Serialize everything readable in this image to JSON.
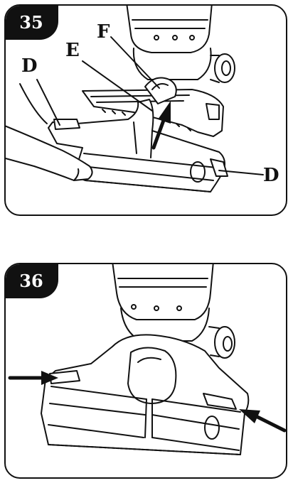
{
  "steps": [
    {
      "number": "35",
      "labels": {
        "d_left": "D",
        "e": "E",
        "f": "F",
        "d_right": "D"
      }
    },
    {
      "number": "36"
    }
  ],
  "icons": [
    "hand",
    "vacuum-nozzle",
    "push-arrow"
  ]
}
